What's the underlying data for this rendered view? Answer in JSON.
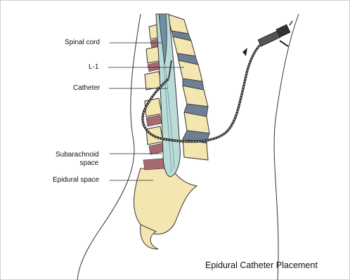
{
  "labels": {
    "spinal_cord": "Spinal cord",
    "l1": "L-1",
    "catheter": "Catheter",
    "subarachnoid_line1": "Subarachnoid",
    "subarachnoid_line2": "space",
    "epidural_space": "Epidural space"
  },
  "caption": "Epidural Catheter Placement",
  "colors": {
    "vertebra": "#f4e6b0",
    "disc": "#6f7f93",
    "spinal_canal": "#b9dcd8",
    "spinal_cord": "#6f8fa3",
    "vessel": "#a86a72",
    "outline": "#333333"
  }
}
